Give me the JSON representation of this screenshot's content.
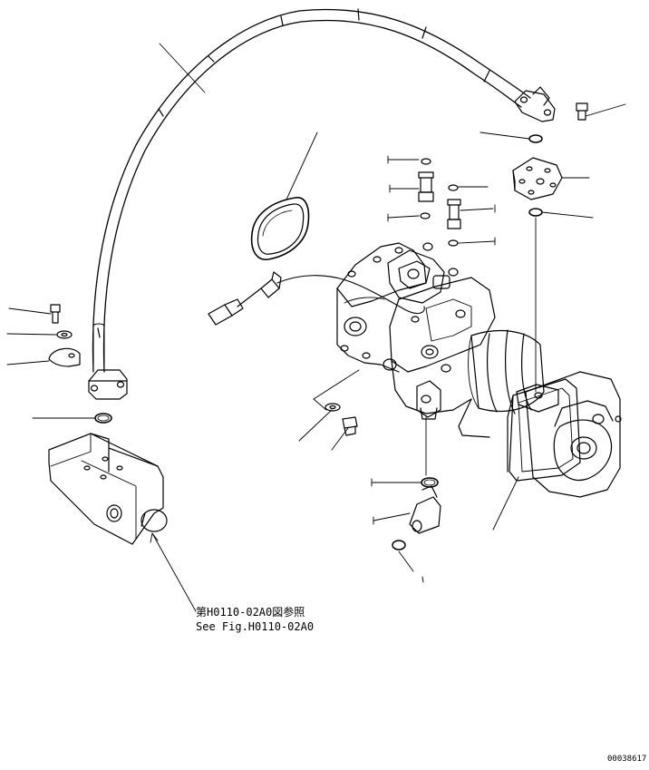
{
  "reference": {
    "line_jp": "第H0110-02A0図参照",
    "line_en": "See Fig.H0110-02A0"
  },
  "document_number": "00038617",
  "colors": {
    "ink": "#000000",
    "paper": "#ffffff"
  }
}
